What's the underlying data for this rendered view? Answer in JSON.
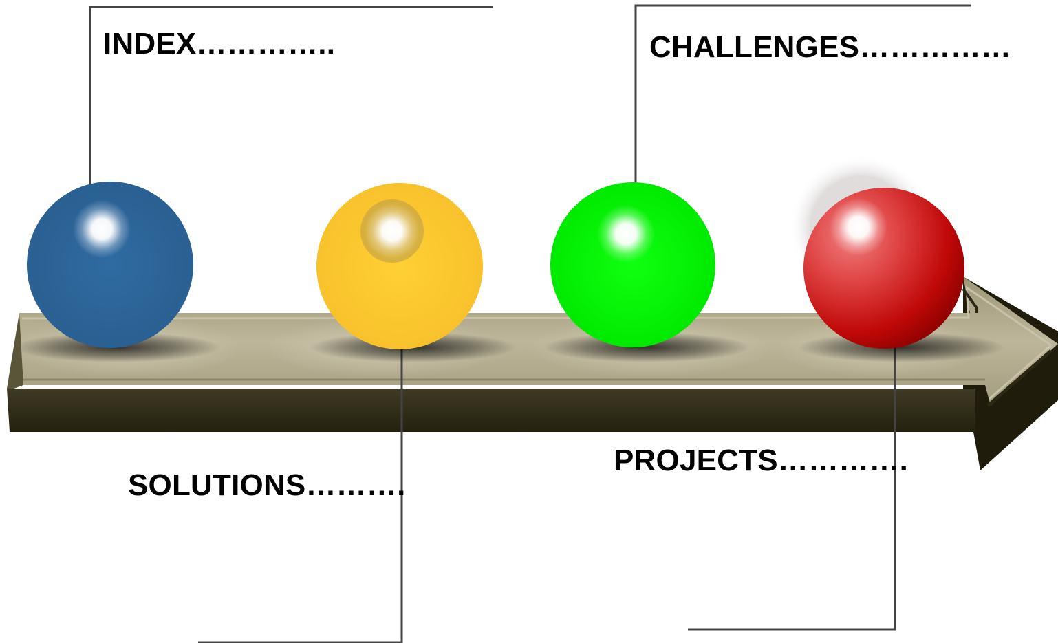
{
  "labels": {
    "index": "INDEX…………..",
    "challenges": "CHALLENGES……………",
    "solutions": "SOLUTIONS……….",
    "projects": "PROJECTS…………."
  },
  "spheres": [
    {
      "id": "index",
      "color": "#2e6699"
    },
    {
      "id": "solutions",
      "color": "#ffcc33"
    },
    {
      "id": "challenges",
      "color": "#00ff00"
    },
    {
      "id": "projects",
      "color": "#cc0000"
    }
  ],
  "arrow": {
    "top_color": "#b0a88a",
    "front_color": "#2e2b1a"
  }
}
